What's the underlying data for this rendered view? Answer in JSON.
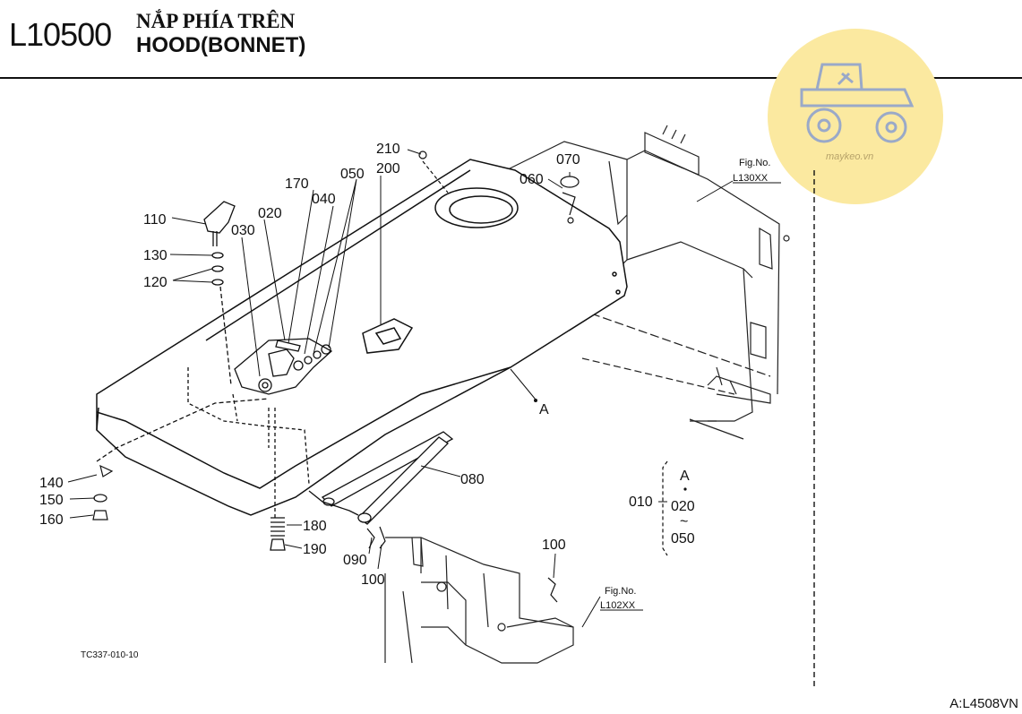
{
  "header": {
    "code": "L10500",
    "title_vi": "NẮP PHÍA TRÊN",
    "title_en": "HOOD(BONNET)"
  },
  "watermark": {
    "text": "maykeo.vn",
    "color": "#fbe9a0",
    "icon": "tractor-icon"
  },
  "callouts": {
    "p210": "210",
    "p200": "200",
    "p170": "170",
    "p050": "050",
    "p040": "040",
    "p020": "020",
    "p030": "030",
    "p110": "110",
    "p130": "130",
    "p120": "120",
    "p070": "070",
    "p060": "060",
    "p080": "080",
    "p140": "140",
    "p150": "150",
    "p160": "160",
    "p180": "180",
    "p190": "190",
    "p090": "090",
    "p100a": "100",
    "p100b": "100",
    "markA": "A"
  },
  "fig_refs": {
    "fig1_label": "Fig.No.",
    "fig1_code": "L130XX",
    "fig2_label": "Fig.No.",
    "fig2_code": "L102XX"
  },
  "legend": {
    "assy": "010",
    "mark": "A",
    "from": "020",
    "range": "~",
    "to": "050"
  },
  "drawing_code": "TC337-010-10",
  "footer_code": "A:L4508VN"
}
